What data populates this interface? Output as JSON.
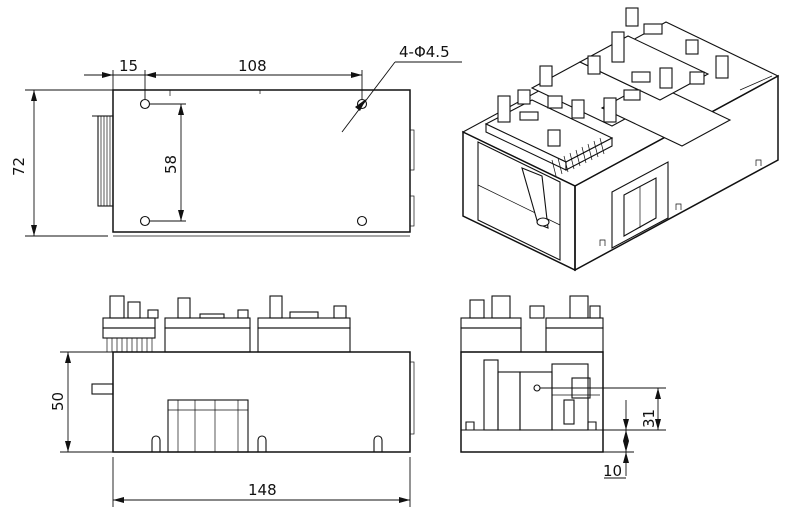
{
  "drawing": {
    "top_view": {
      "dim_left_offset": "15",
      "dim_hole_spacing_x": "108",
      "hole_callout": "4-Φ4.5",
      "dim_hole_spacing_y": "58",
      "dim_height": "72"
    },
    "front_view": {
      "dim_height": "50",
      "dim_length": "148"
    },
    "side_view": {
      "dim_shaft_height": "31",
      "dim_bottom_offset": "10"
    }
  }
}
